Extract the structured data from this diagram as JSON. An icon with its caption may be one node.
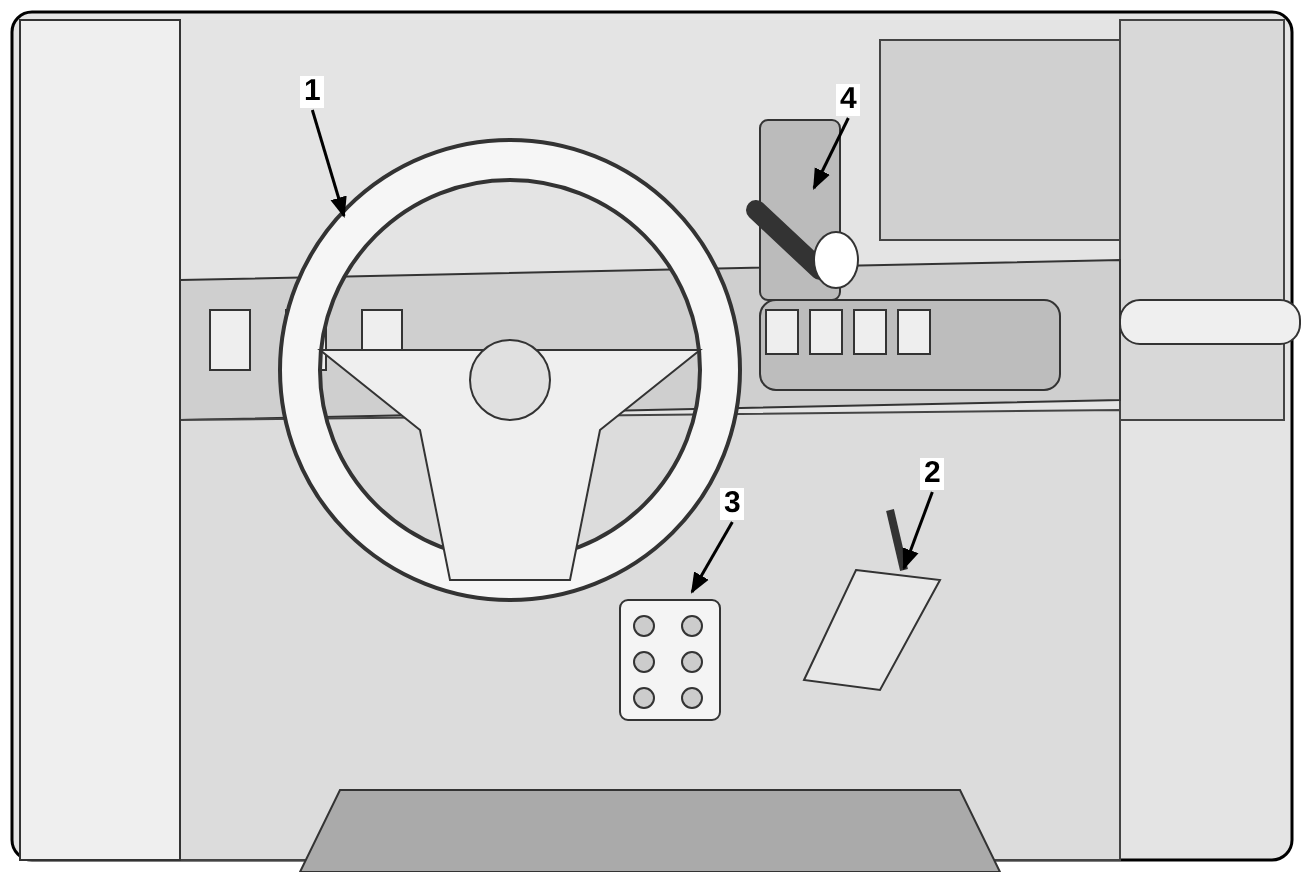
{
  "diagram": {
    "nodes": [
      {
        "text": [
          "1"
        ]
      },
      {
        "text": [
          "4"
        ]
      },
      {
        "text": [
          "2"
        ]
      },
      {
        "text": [
          "3"
        ]
      }
    ],
    "edges": [
      {
        "from": 0,
        "to": null,
        "arrow": "to"
      },
      {
        "from": 1,
        "to": null,
        "arrow": "to"
      },
      {
        "from": 2,
        "to": null,
        "arrow": "to"
      },
      {
        "from": 3,
        "to": null,
        "arrow": "to"
      }
    ]
  }
}
